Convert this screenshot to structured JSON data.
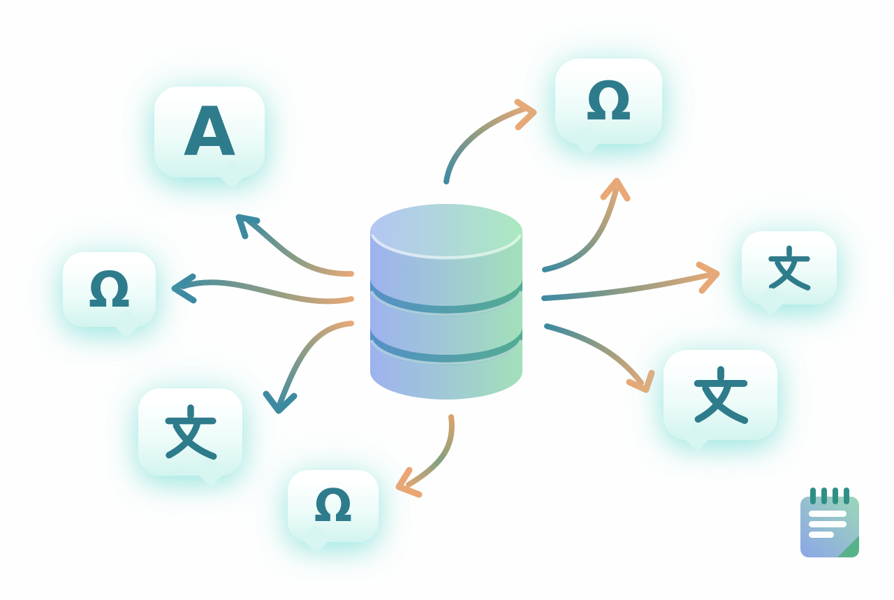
{
  "colors": {
    "glyph-teal": "#2e7b8b",
    "arrow-teal": "#3d8aa0",
    "arrow-orange": "#e9a876",
    "db-blue": "#9db2ef",
    "db-green": "#a2e0ba",
    "db-band-blue": "#5590c8",
    "db-band-green": "#53ac90",
    "bubble-aqua": "#d7f6f1",
    "notepad-teal": "#2f8f85"
  },
  "illustration": {
    "center_icon": "database-cylinder-icon",
    "corner_icon": "notepad-icon",
    "bubbles": [
      {
        "icon": "speech-bubble",
        "glyph": "A"
      },
      {
        "icon": "speech-bubble",
        "glyph": "Ω"
      },
      {
        "icon": "speech-bubble",
        "glyph": "文"
      },
      {
        "icon": "speech-bubble",
        "glyph": "Ω"
      },
      {
        "icon": "speech-bubble",
        "glyph": "Ω"
      },
      {
        "icon": "speech-bubble",
        "glyph": "文"
      },
      {
        "icon": "speech-bubble",
        "glyph": "文"
      }
    ]
  }
}
